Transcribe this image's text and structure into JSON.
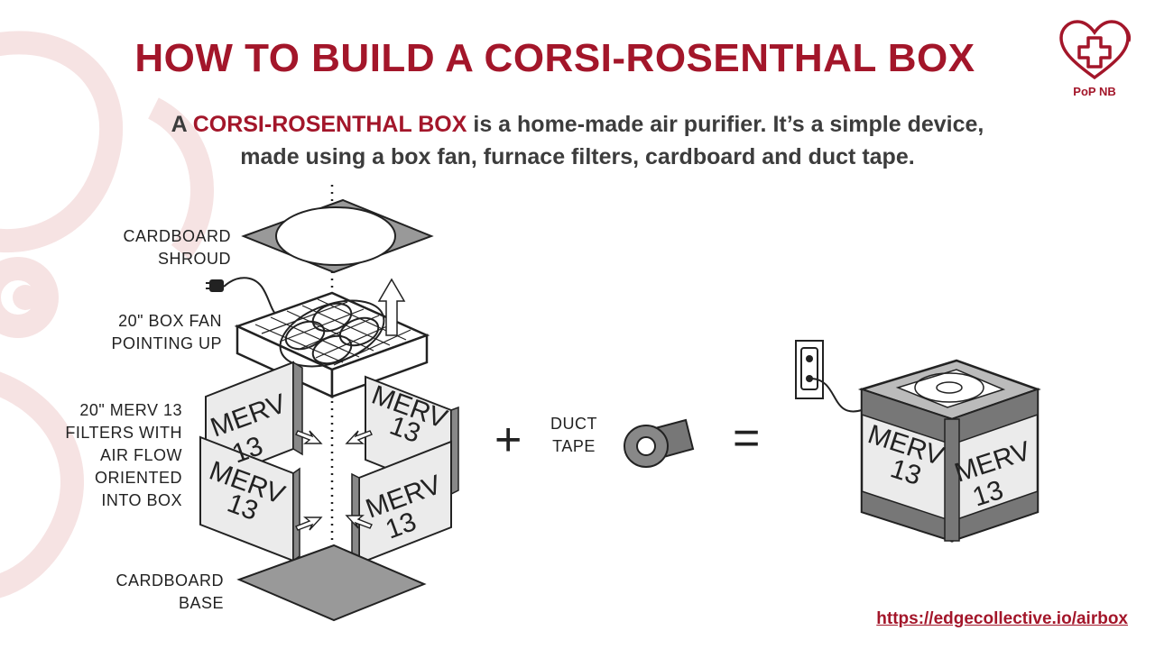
{
  "slide": {
    "title": "HOW TO BUILD A CORSI-ROSENTHAL BOX",
    "subtitle_accent": "CORSI-ROSENTHAL BOX",
    "subtitle_prefix": "A ",
    "subtitle_rest_line1": " is a home-made air purifier. It’s a simple device,",
    "subtitle_line2": "made using a box fan, furnace filters, cardboard and duct tape.",
    "source_url": "https://edgecollective.io/airbox"
  },
  "logo": {
    "name": "PoP NB",
    "icon": "heart-plus-icon"
  },
  "labels": {
    "shroud": [
      "CARDBOARD",
      "SHROUD"
    ],
    "fan": [
      "20\" BOX FAN",
      "POINTING UP"
    ],
    "filters": [
      "20\" MERV 13",
      "FILTERS WITH",
      "AIR FLOW",
      "ORIENTED",
      "INTO BOX"
    ],
    "base": [
      "CARDBOARD",
      "BASE"
    ],
    "tape": [
      "DUCT",
      "TAPE"
    ],
    "filter_text": [
      "MERV",
      "13"
    ]
  },
  "operators": {
    "plus": "+",
    "equals": "="
  },
  "colors": {
    "accent": "#a3162a",
    "ink": "#222222",
    "panel": "#ebebeb",
    "base": "#999999"
  }
}
